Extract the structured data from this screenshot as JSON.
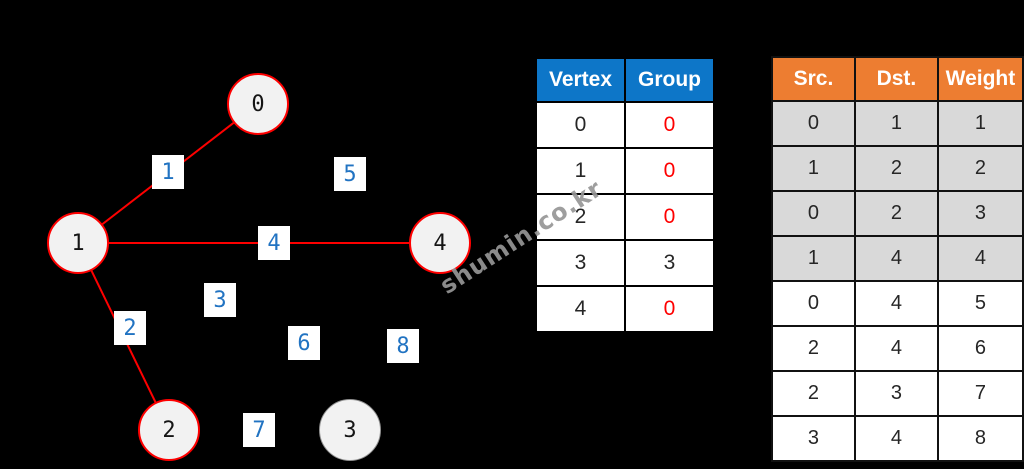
{
  "watermark": "shumin.co.kr",
  "colors": {
    "background": "#000000",
    "vertex_fill": "#f2f2f2",
    "red_accent": "#fe0000",
    "blue_header": "#0d76c8",
    "orange_header": "#ed7d31",
    "gray_row": "#d9d9d9",
    "weight_label_blue": "#2173c2"
  },
  "graph": {
    "vertices": [
      {
        "label": "0"
      },
      {
        "label": "1"
      },
      {
        "label": "2"
      },
      {
        "label": "3"
      },
      {
        "label": "4"
      }
    ],
    "red_edges": [
      "0-1",
      "1-4",
      "1-2"
    ],
    "weight_labels": [
      {
        "text": "1"
      },
      {
        "text": "5"
      },
      {
        "text": "4"
      },
      {
        "text": "3"
      },
      {
        "text": "2"
      },
      {
        "text": "6"
      },
      {
        "text": "8"
      },
      {
        "text": "7"
      }
    ]
  },
  "vertex_table": {
    "headers": [
      "Vertex",
      "Group"
    ],
    "rows": [
      {
        "vertex": "0",
        "group": "0"
      },
      {
        "vertex": "1",
        "group": "0"
      },
      {
        "vertex": "2",
        "group": "0"
      },
      {
        "vertex": "3",
        "group": "3"
      },
      {
        "vertex": "4",
        "group": "0"
      }
    ]
  },
  "edge_table": {
    "headers": [
      "Src.",
      "Dst.",
      "Weight"
    ],
    "rows": [
      {
        "src": "0",
        "dst": "1",
        "weight": "1"
      },
      {
        "src": "1",
        "dst": "2",
        "weight": "2"
      },
      {
        "src": "0",
        "dst": "2",
        "weight": "3"
      },
      {
        "src": "1",
        "dst": "4",
        "weight": "4"
      },
      {
        "src": "0",
        "dst": "4",
        "weight": "5"
      },
      {
        "src": "2",
        "dst": "4",
        "weight": "6"
      },
      {
        "src": "2",
        "dst": "3",
        "weight": "7"
      },
      {
        "src": "3",
        "dst": "4",
        "weight": "8"
      }
    ]
  }
}
